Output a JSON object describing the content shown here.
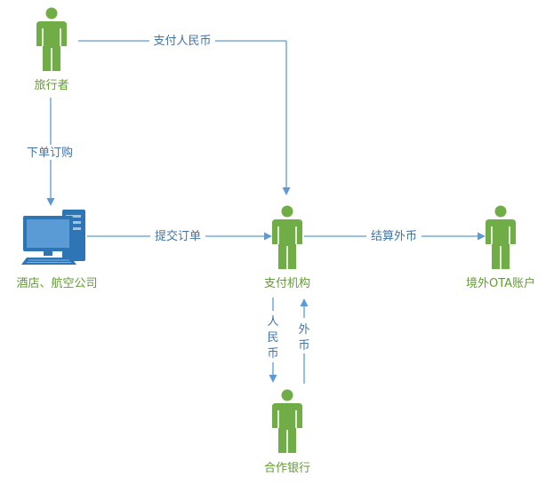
{
  "nodes": {
    "traveler": {
      "label": "旅行者",
      "icon": "person-icon"
    },
    "merchant": {
      "label": "酒店、航空公司",
      "icon": "computer-icon"
    },
    "payment_institution": {
      "label": "支付机构",
      "icon": "person-icon"
    },
    "overseas_ota": {
      "label": "境外OTA账户",
      "icon": "person-icon"
    },
    "partner_bank": {
      "label": "合作银行",
      "icon": "person-icon"
    }
  },
  "edges": {
    "pay_rmb": {
      "label": "支付人民币"
    },
    "place_order": {
      "label": "下单订购"
    },
    "submit_order": {
      "label": "提交订单"
    },
    "settle_foreign": {
      "label": "结算外币"
    },
    "rmb_down": {
      "chars": [
        "人",
        "民",
        "币"
      ]
    },
    "foreign_up": {
      "chars": [
        "外",
        "币"
      ]
    }
  },
  "colors": {
    "person": "#70ad47",
    "node_label": "#5f9e2e",
    "connector": "#5b9bd5",
    "edge_label": "#3f74a8",
    "monitor_frame": "#2e75b6",
    "monitor_screen": "#5b9bd5"
  }
}
